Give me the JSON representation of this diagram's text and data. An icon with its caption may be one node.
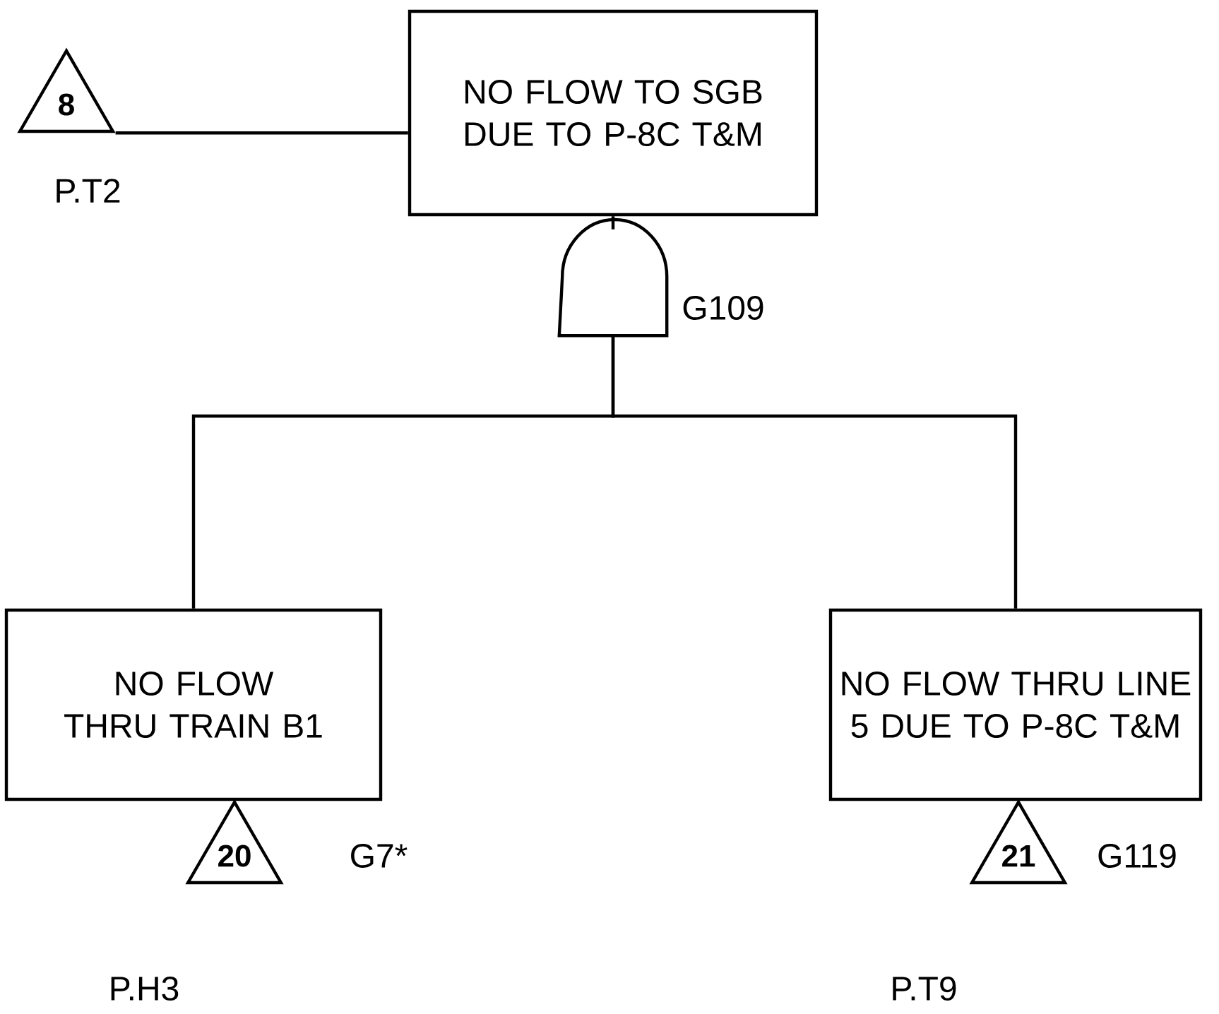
{
  "diagram": {
    "nodes": [
      {
        "text": [
          "8"
        ],
        "beside": [
          "P.T2"
        ]
      },
      {
        "text": [
          "NO FLOW TO SGB DUE TO P-8C T&M"
        ]
      },
      {
        "text": [],
        "shape": "gate",
        "beside": [
          "G109"
        ]
      },
      {
        "text": [
          "NO FLOW THRU TRAIN B1"
        ]
      },
      {
        "text": [
          "NO FLOW THRU LINE 5 DUE TO P-8C T&M"
        ]
      },
      {
        "text": [
          "20"
        ],
        "beside": [
          "G7*",
          "P.H3"
        ]
      },
      {
        "text": [
          "21"
        ],
        "beside": [
          "G119",
          "P.T9"
        ]
      }
    ],
    "edges": [
      {
        "from": 0,
        "to": 1,
        "arrow": "none"
      },
      {
        "from": 1,
        "to": 2,
        "arrow": "none"
      },
      {
        "from": 2,
        "to": 3,
        "arrow": "none"
      },
      {
        "from": 2,
        "to": 4,
        "arrow": "none"
      }
    ]
  }
}
